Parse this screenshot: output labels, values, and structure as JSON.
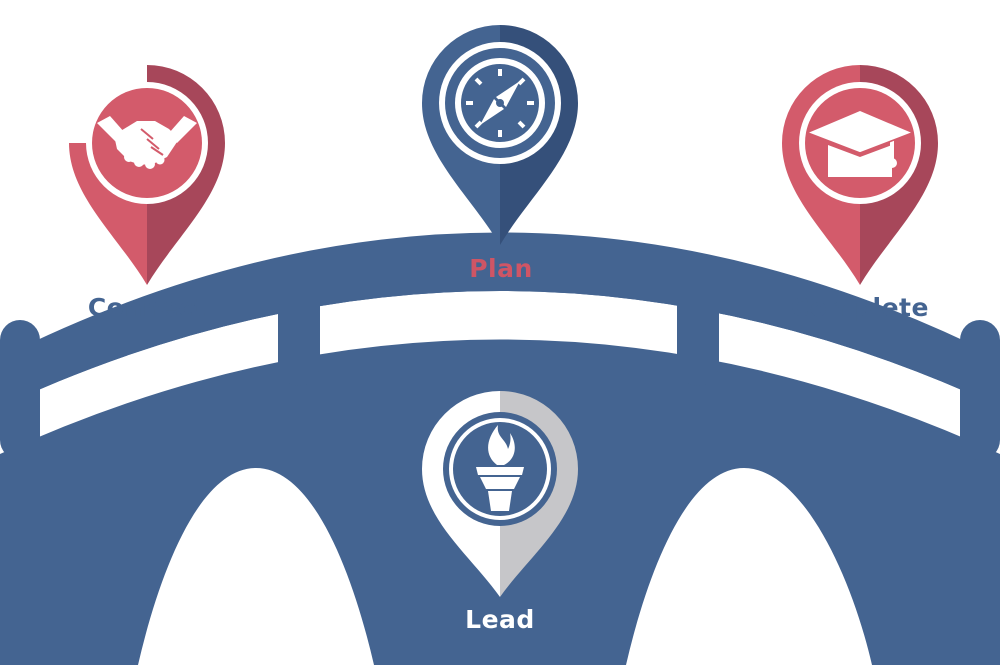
{
  "colors": {
    "bridge": "#446491",
    "red_pin": "#d35b6b",
    "red_pin_shade": "#a7475a",
    "blue_pin": "#446491",
    "blue_pin_shade": "#35507a",
    "white_pin": "#ffffff",
    "white_pin_shade": "#c6c6c9",
    "label_blue": "#446491",
    "label_red": "#cf5565",
    "label_white": "#ffffff",
    "background": "#ffffff"
  },
  "pins": [
    {
      "id": "connect",
      "label": "Connect",
      "icon": "handshake-icon",
      "style": "red"
    },
    {
      "id": "plan",
      "label": "Plan",
      "icon": "compass-icon",
      "style": "blue"
    },
    {
      "id": "complete",
      "label": "Complete",
      "icon": "graduation-cap-icon",
      "style": "red"
    },
    {
      "id": "lead",
      "label": "Lead",
      "icon": "torch-icon",
      "style": "white"
    }
  ]
}
